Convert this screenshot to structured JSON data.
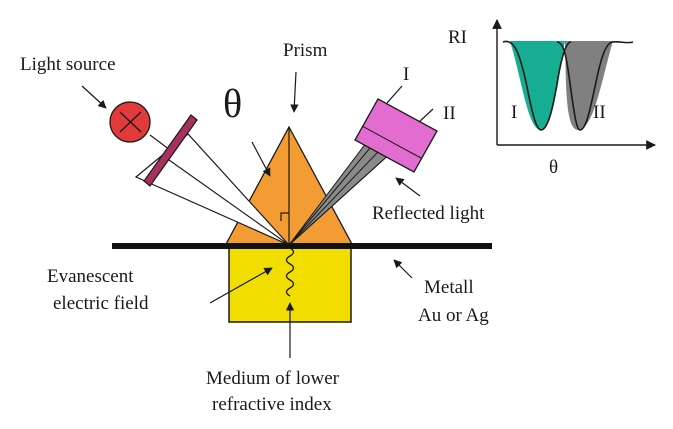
{
  "labels": {
    "light_source": "Light source",
    "prism": "Prism",
    "theta": "θ",
    "reflected_light": "Reflected light",
    "evanescent_line1": "Evanescent",
    "evanescent_line2": "electric field",
    "metal_line1": "Metall",
    "metal_line2": "Au or Ag",
    "medium_line1": "Medium of lower",
    "medium_line2": "refractive index",
    "beam_I": "I",
    "beam_II": "II"
  },
  "inset": {
    "y_axis_label": "RI",
    "x_axis_label": "θ",
    "curve_I_label": "I",
    "curve_II_label": "II"
  },
  "colors": {
    "prism": "#f39c34",
    "medium": "#f2dd00",
    "light_source": "#e03a3a",
    "polarizer": "#a8305f",
    "detector": "#e26cd0",
    "dip_I": "#16ad92",
    "dip_II": "#808080",
    "metal_film": "#111111"
  }
}
